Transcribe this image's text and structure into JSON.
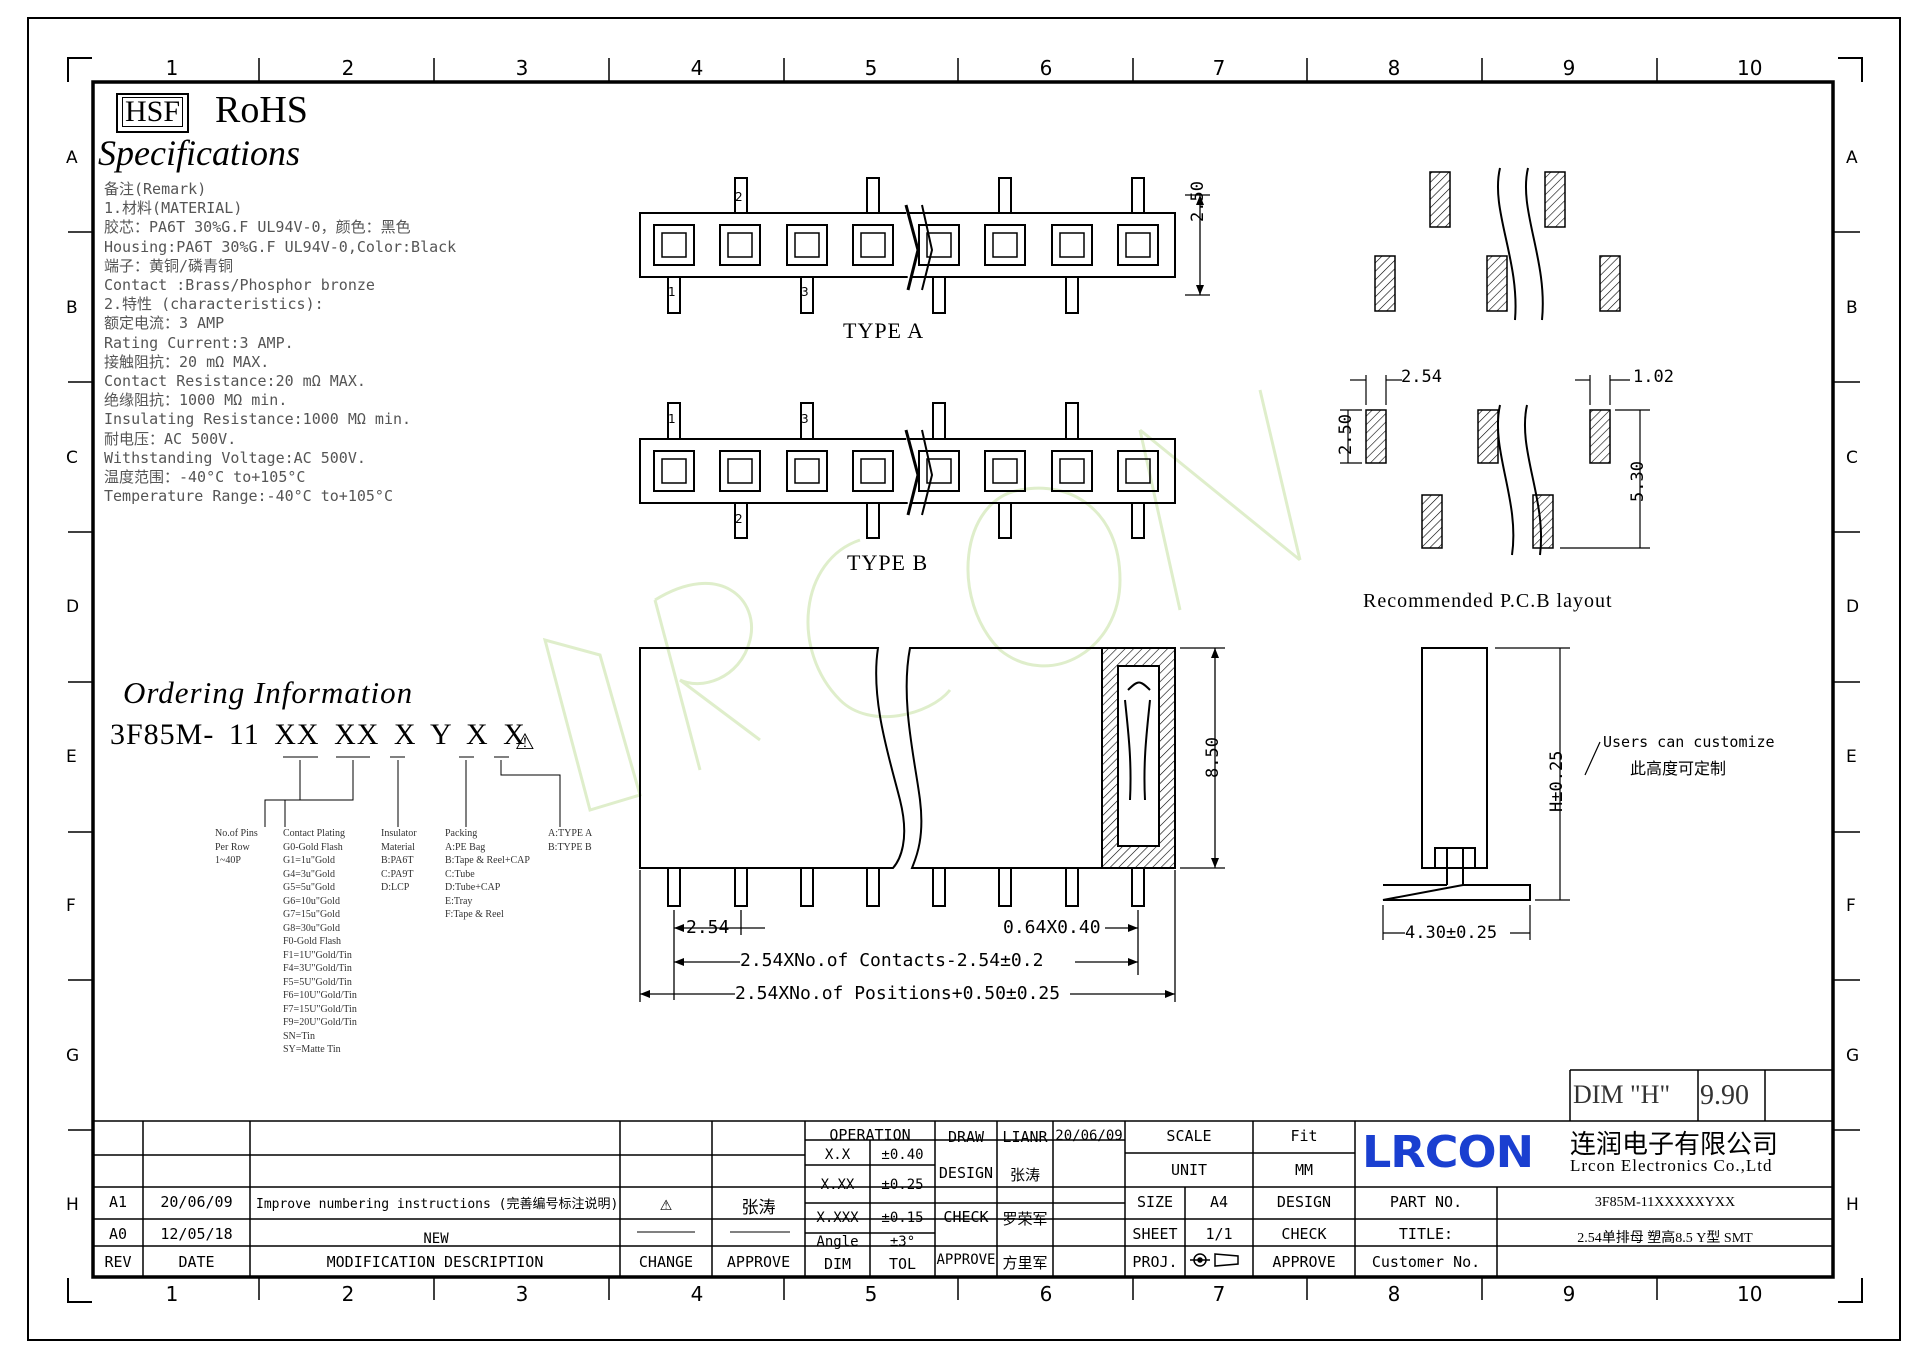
{
  "header": {
    "hsf": "HSF",
    "rohs": "RoHS"
  },
  "specifications": {
    "title": "Specifications",
    "lines": [
      "备注(Remark)",
      "1.材料(MATERIAL)",
      "胶芯：PA6T 30%G.F UL94V-0，颜色：黑色",
      "Housing:PA6T 30%G.F UL94V-0,Color:Black",
      "端子：黄铜/磷青铜",
      "Contact :Brass/Phosphor bronze",
      "2.特性 (characteristics):",
      "额定电流：3 AMP",
      "Rating Current:3 AMP.",
      "接触阻抗：20 mΩ MAX.",
      "Contact Resistance:20 mΩ MAX.",
      "绝缘阻抗：1000 MΩ min.",
      "Insulating Resistance:1000 MΩ  min.",
      "耐电压：AC 500V.",
      "Withstanding Voltage:AC 500V.",
      "温度范围：-40°C to+105°C",
      "Temperature Range:-40°C to+105°C"
    ]
  },
  "ordering": {
    "title": "Ordering Information",
    "part_code": "3F85M- 11 XX XX X Y X X",
    "warn_mark": "⚠",
    "groups": {
      "pins": [
        "No.of Pins",
        "Per Row",
        "1~40P"
      ],
      "plating": [
        "Contact Plating",
        "G0-Gold Flash",
        "G1=1u\"Gold",
        "G4=3u\"Gold",
        "G5=5u\"Gold",
        "G6=10u\"Gold",
        "G7=15u\"Gold",
        "G8=30u\"Gold",
        "F0-Gold Flash",
        "F1=1U\"Gold/Tin",
        "F4=3U\"Gold/Tin",
        "F5=5U\"Gold/Tin",
        "F6=10U\"Gold/Tin",
        "F7=15U\"Gold/Tin",
        "F9=20U\"Gold/Tin",
        "SN=Tin",
        "SY=Matte Tin"
      ],
      "insulator": [
        "Insulator",
        "Material",
        "B:PA6T",
        "C:PA9T",
        "D:LCP"
      ],
      "packing": [
        "Packing",
        "A:PE Bag",
        "B:Tape & Reel+CAP",
        "C:Tube",
        "D:Tube+CAP",
        "E:Tray",
        "F:Tape & Reel"
      ],
      "type": [
        "A:TYPE A",
        "B:TYPE B"
      ]
    }
  },
  "views": {
    "type_a": "TYPE A",
    "type_b": "TYPE B",
    "pcb_label": "Recommended P.C.B layout",
    "customize_en": "Users can customize",
    "customize_cn": "此高度可定制"
  },
  "dimensions": {
    "d250": "2.50",
    "d850": "8.50",
    "d254": "2.54",
    "d102": "1.02",
    "d250b": "2.50",
    "d530": "5.30",
    "pitch": "2.54",
    "pin": "0.64X0.40",
    "contacts": "2.54XNo.of Contacts-2.54±0.2",
    "positions": "2.54XNo.of Positions+0.50±0.25",
    "h": "H±0.25",
    "w": "4.30±0.25"
  },
  "pin_numbers": {
    "a_top": "2",
    "a_bot1": "1",
    "a_bot3": "3",
    "b_top1": "1",
    "b_top3": "3",
    "b_bot": "2"
  },
  "grid": {
    "cols": [
      "1",
      "2",
      "3",
      "4",
      "5",
      "6",
      "7",
      "8",
      "9",
      "10"
    ],
    "rows": [
      "A",
      "B",
      "C",
      "D",
      "E",
      "F",
      "G",
      "H"
    ]
  },
  "dim_h": {
    "label": "DIM \"H\"",
    "value": "9.90"
  },
  "revisions": {
    "rows": [
      {
        "rev": "A1",
        "date": "20/06/09",
        "desc": "Improve numbering instructions (完善编号标注说明)",
        "change": "⚠",
        "approve": "张涛"
      },
      {
        "rev": "A0",
        "date": "12/05/18",
        "desc": "NEW",
        "change": "",
        "approve": ""
      }
    ],
    "headers": {
      "rev": "REV",
      "date": "DATE",
      "desc": "MODIFICATION DESCRIPTION",
      "change": "CHANGE",
      "approve": "APPROVE"
    }
  },
  "tolerances": {
    "operation": "OPERATION",
    "rows": [
      {
        "dim": "X.X",
        "tol": "±0.40"
      },
      {
        "dim": "X.XX",
        "tol": "±0.25"
      },
      {
        "dim": "X.XXX",
        "tol": "±0.15"
      },
      {
        "dim": "Angle",
        "tol": "±3°"
      }
    ],
    "dim": "DIM",
    "tol": "TOL"
  },
  "signoff": {
    "draw": "DRAW",
    "draw_name": "LIANR",
    "draw_date": "20/06/09",
    "design": "DESIGN",
    "design_name": "张涛",
    "check": "CHECK",
    "check_name": "罗荣军",
    "approve": "APPROVE",
    "approve_name": "方里军"
  },
  "drawing_info": {
    "scale": "SCALE",
    "scale_val": "Fit",
    "unit": "UNIT",
    "unit_val": "MM",
    "size": "SIZE",
    "size_val": "A4",
    "sheet": "SHEET",
    "sheet_val": "1/1",
    "proj": "PROJ.",
    "design": "DESIGN",
    "check": "CHECK",
    "approve": "APPROVE"
  },
  "company": {
    "logo": "LRCON",
    "name_cn": "连润电子有限公司",
    "name_en": "Lrcon Electronics Co.,Ltd",
    "part_no_label": "PART NO.",
    "part_no": "3F85M-11XXXXXYXX",
    "title_label": "TITLE:",
    "title": "2.54单排母 塑高8.5 Y型 SMT",
    "customer_label": "Customer No.",
    "customer": ""
  },
  "colors": {
    "ink": "#000000",
    "watermark": "#dfeecb",
    "logo": "#1a3fd0",
    "hatch": "#000000"
  }
}
